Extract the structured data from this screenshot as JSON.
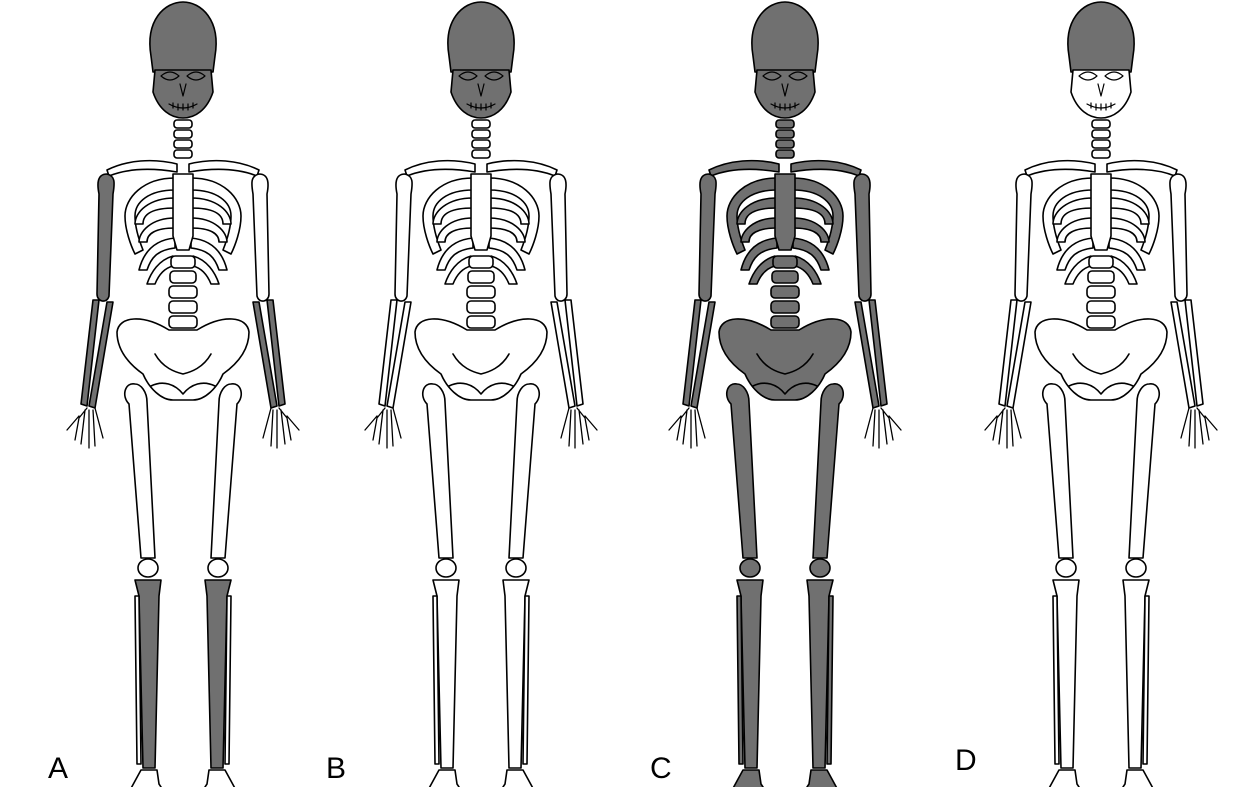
{
  "figure": {
    "panels": [
      {
        "label": "A",
        "shaded_regions": [
          "cranium",
          "mandible",
          "right-humerus",
          "left-forearm",
          "right-forearm",
          "left-tibia",
          "right-tibia"
        ]
      },
      {
        "label": "B",
        "shaded_regions": [
          "cranium",
          "mandible"
        ]
      },
      {
        "label": "C",
        "shaded_regions": [
          "cranium",
          "mandible",
          "cervical-spine",
          "clavicles",
          "sternum",
          "ribs",
          "lumbar-spine",
          "humeri",
          "forearms",
          "pelvis",
          "femora",
          "tibiae",
          "fibulae",
          "feet"
        ]
      },
      {
        "label": "D",
        "shaded_regions": [
          "cranium"
        ]
      }
    ],
    "colors": {
      "shaded": "#707070",
      "outline": "#000000",
      "background": "#ffffff",
      "bone": "#ffffff"
    }
  }
}
